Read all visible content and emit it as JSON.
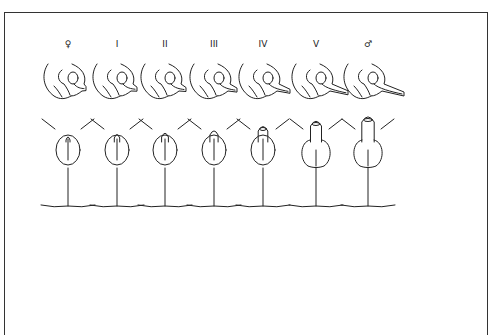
{
  "diagram": {
    "labels": [
      "♀",
      "I",
      "II",
      "III",
      "IV",
      "V",
      "♂"
    ]
  }
}
